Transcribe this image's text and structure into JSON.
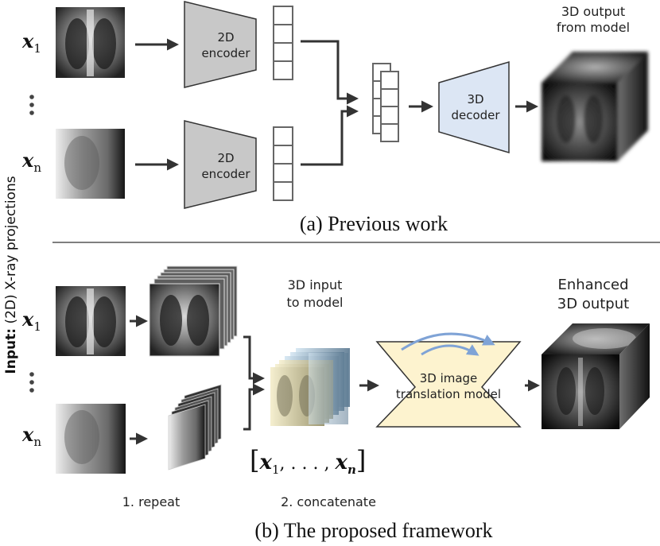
{
  "figure": {
    "side_label_bold": "Input:",
    "side_label_rest": " (2D) X-ray projections",
    "colors": {
      "encoder_fill": "#c8c8c8",
      "decoder_fill": "#dce6f4",
      "translation_fill": "#fdf3cf",
      "skip_arrow": "#7fa3d6",
      "arrow": "#333333"
    },
    "top_panel": {
      "x1": "x",
      "x1_sub": "1",
      "xn": "x",
      "xn_sub": "n",
      "encoder_line1": "2D",
      "encoder_line2": "encoder",
      "decoder_line1": "3D",
      "decoder_line2": "decoder",
      "output_line1": "3D output",
      "output_line2": "from model",
      "caption": "(a) Previous work"
    },
    "bottom_panel": {
      "x1": "x",
      "x1_sub": "1",
      "xn": "x",
      "xn_sub": "n",
      "input_line1": "3D input",
      "input_line2": "to model",
      "model_line1": "3D image",
      "model_line2": "translation model",
      "output_line1": "Enhanced",
      "output_line2": "3D output",
      "set_open": "[",
      "set_x1": "x",
      "set_1": "1",
      "set_dots": ", . . . , ",
      "set_xn": "x",
      "set_n": "n",
      "set_close": "]",
      "step1": "1.  repeat",
      "step2": "2. concatenate",
      "caption": "(b) The proposed framework"
    }
  }
}
